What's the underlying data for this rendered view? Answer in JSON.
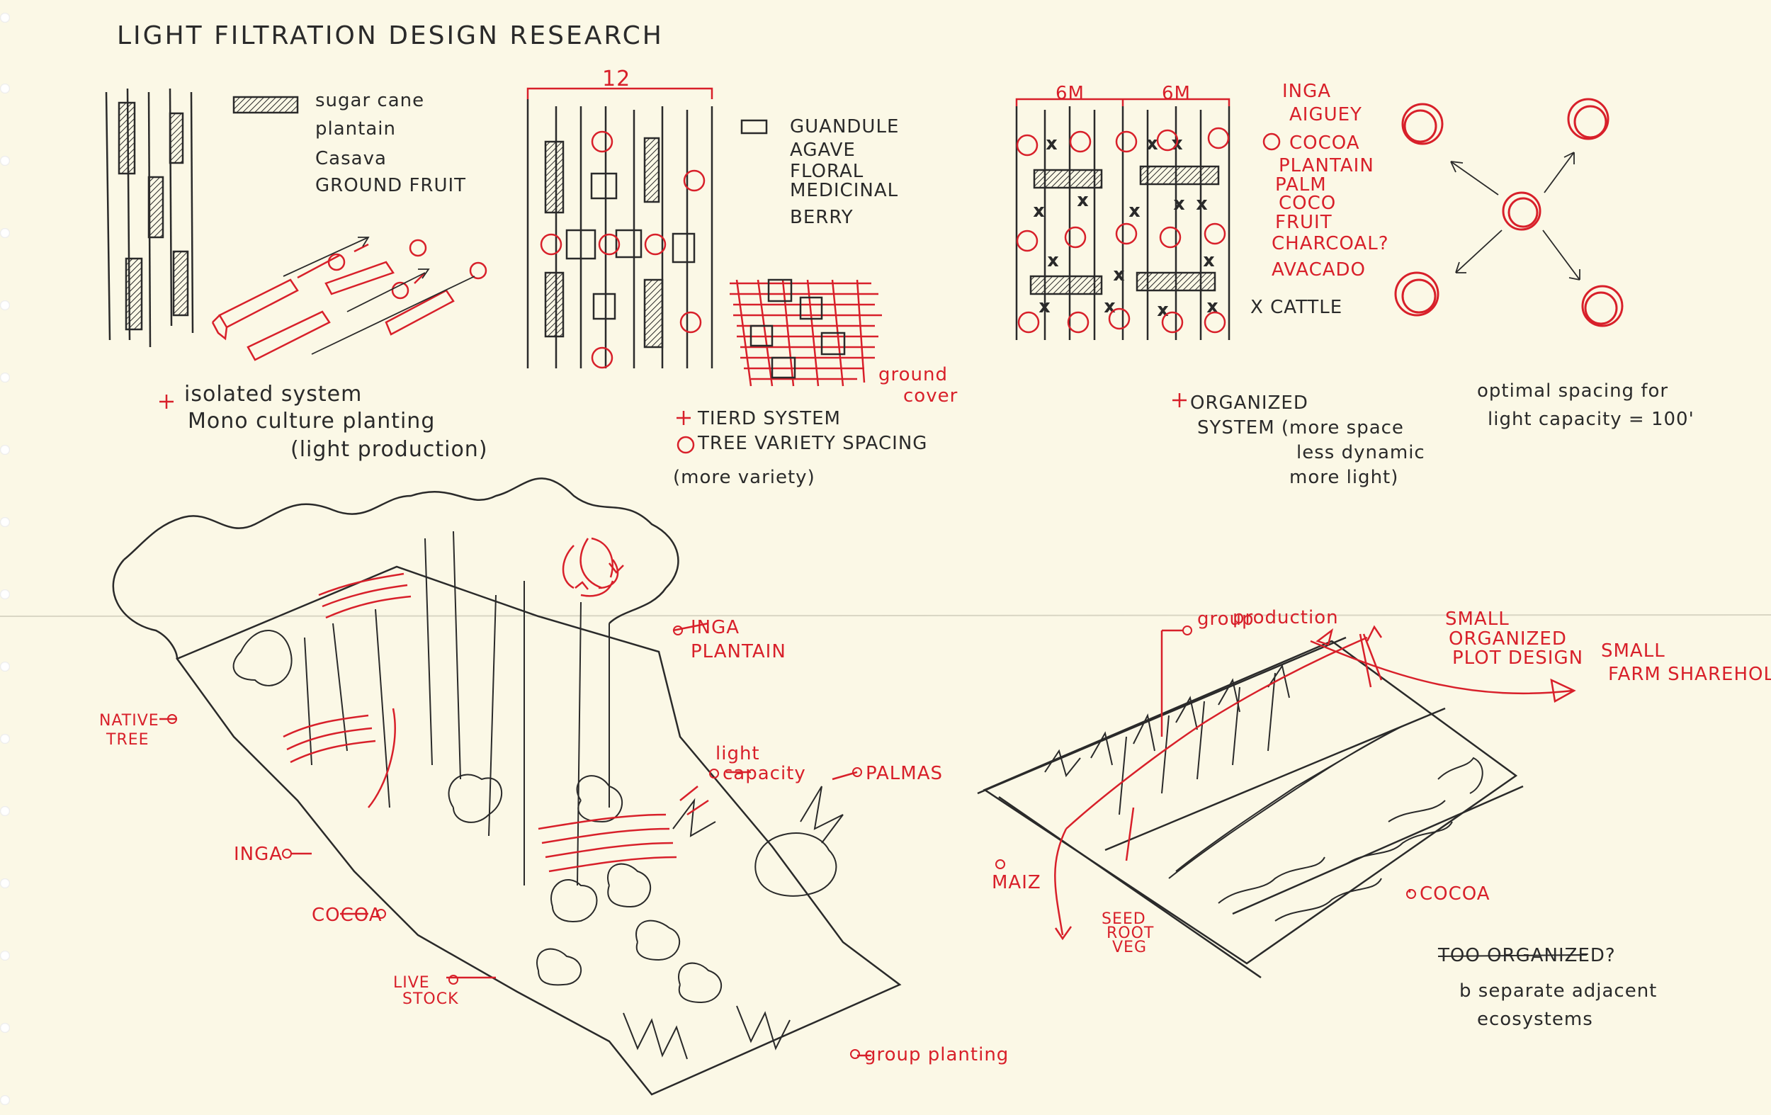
{
  "colors": {
    "paper": "#fbf8e6",
    "ink": "#2a2a2a",
    "accent_red": "#d8202a",
    "fold_line": "#d9d6c4"
  },
  "title": "LIGHT FILTRATION DESIGN RESEARCH",
  "isolated": {
    "legend": [
      "sugar cane",
      "plantain",
      "Casava",
      "GROUND FRUIT"
    ],
    "plus": "+",
    "caption_1": "isolated system",
    "caption_2": "Mono culture planting",
    "caption_3": "(light production)"
  },
  "tiered": {
    "dimension": "12",
    "legend": [
      "GUANDULE",
      "AGAVE",
      "FLORAL",
      "MEDICINAL",
      "BERRY"
    ],
    "ground_cover": [
      "ground",
      "cover"
    ],
    "plus": "+",
    "caption_1": "TIERD SYSTEM",
    "caption_2": "TREE VARIETY SPACING",
    "caption_3": "(more variety)"
  },
  "organized": {
    "dim_left": "6M",
    "dim_right": "6M",
    "legend_red": [
      "INGA",
      "AIGUEY",
      "COCOA",
      "PLANTAIN",
      "PALM",
      "COCO",
      "FRUIT",
      "CHARCOAL?",
      "AVACADO"
    ],
    "cattle": "X CATTLE",
    "plus": "+",
    "caption_1": "ORGANIZED",
    "caption_2": "SYSTEM (more space",
    "caption_3": "less dynamic",
    "caption_4": "more light)"
  },
  "spacing": {
    "caption_1": "optimal spacing for",
    "caption_2": "light capacity = 100'"
  },
  "forest": {
    "labels": {
      "inga_plantain_1": "INGA",
      "inga_plantain_2": "PLANTAIN",
      "native_tree_1": "NATIVE",
      "native_tree_2": "TREE",
      "light_capacity_1": "light",
      "light_capacity_2": "capacity",
      "palmas": "PALMAS",
      "inga": "INGA",
      "cocoa": "COCOA",
      "livestock_1": "LIVE",
      "livestock_2": "STOCK",
      "group_planting": "group planting"
    }
  },
  "plot": {
    "labels": {
      "group_production_1": "group",
      "group_production_2": "production",
      "small_1": "SMALL",
      "small_2": "ORGANIZED",
      "small_3": "PLOT DESIGN",
      "arrow_to": "SMALL",
      "farm_1": "FARM SHAREHOLDER",
      "maiz": "MAIZ",
      "seed_1": "SEED",
      "seed_2": "ROOT",
      "seed_3": "VEG",
      "cocoa": "COCOA"
    },
    "note_1": "TOO ORGANIZED?",
    "note_2": "b separate adjacent",
    "note_3": "ecosystems"
  }
}
